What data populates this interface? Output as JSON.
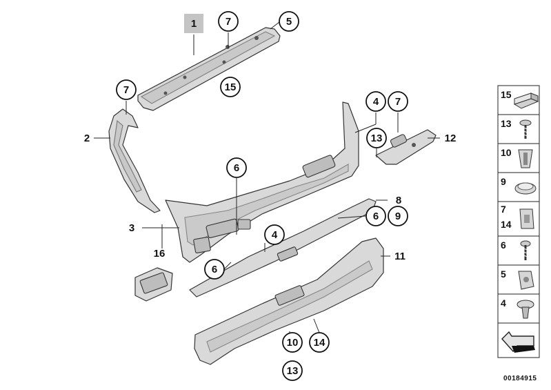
{
  "diagram": {
    "callouts": {
      "c1": "1",
      "c7a": "7",
      "c5": "5",
      "c15": "15",
      "c7b": "7",
      "c2": "2",
      "c4a": "4",
      "c7c": "7",
      "c13a": "13",
      "c12": "12",
      "c6a": "6",
      "c8": "8",
      "c6b": "6",
      "c9": "9",
      "c3": "3",
      "c4b": "4",
      "c16": "16",
      "c11": "11",
      "c6c": "6",
      "c10": "10",
      "c14": "14",
      "c13b": "13"
    },
    "legend": [
      {
        "label": "15",
        "icon": "foam-pad-icon"
      },
      {
        "label": "13",
        "icon": "screw-washer-icon"
      },
      {
        "label": "10",
        "icon": "expanding-nut-icon"
      },
      {
        "label": "9",
        "icon": "grommet-cap-icon"
      },
      {
        "label": "7\n14",
        "icon": "clip-bracket-icon"
      },
      {
        "label": "6",
        "icon": "screw-icon"
      },
      {
        "label": "5",
        "icon": "clip-nut-icon"
      },
      {
        "label": "4",
        "icon": "push-rivet-icon"
      },
      {
        "label": "",
        "icon": "arrow-icon"
      }
    ],
    "reference": "00184915"
  }
}
